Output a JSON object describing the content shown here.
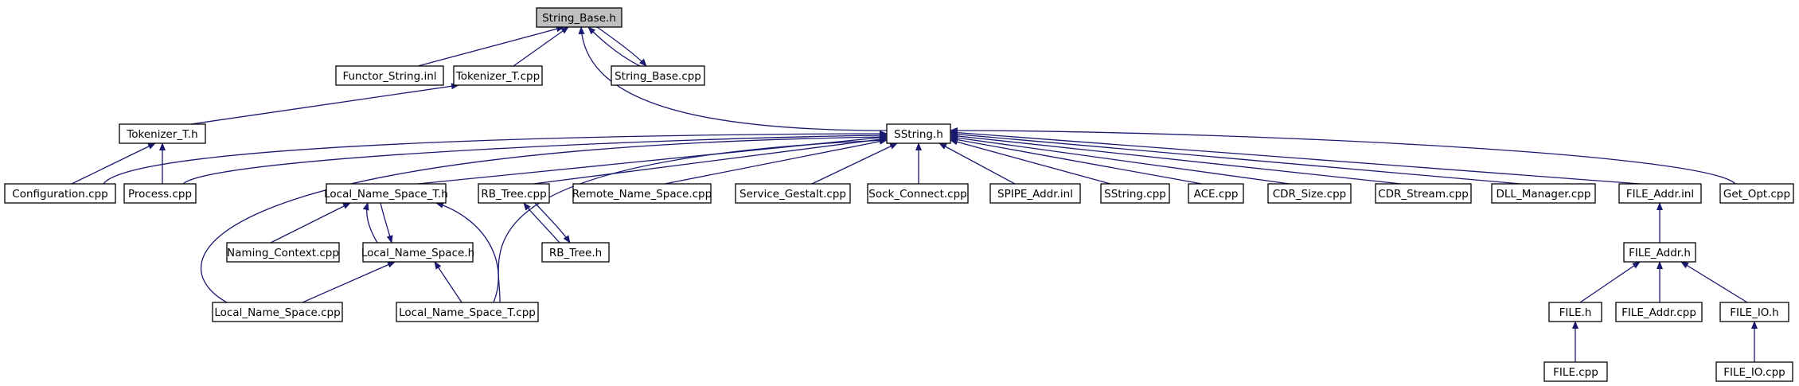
{
  "graph": {
    "root": "string_base_h",
    "nodes": [
      {
        "id": "string_base_h",
        "label": "String_Base.h",
        "root": true
      },
      {
        "id": "functor_string_inl",
        "label": "Functor_String.inl"
      },
      {
        "id": "tokenizer_t_cpp",
        "label": "Tokenizer_T.cpp"
      },
      {
        "id": "string_base_cpp",
        "label": "String_Base.cpp"
      },
      {
        "id": "tokenizer_t_h",
        "label": "Tokenizer_T.h"
      },
      {
        "id": "sstring_h",
        "label": "SString.h"
      },
      {
        "id": "configuration_cpp",
        "label": "Configuration.cpp"
      },
      {
        "id": "process_cpp",
        "label": "Process.cpp"
      },
      {
        "id": "local_name_space_t_h",
        "label": "Local_Name_Space_T.h"
      },
      {
        "id": "rb_tree_cpp",
        "label": "RB_Tree.cpp"
      },
      {
        "id": "remote_name_space_cpp",
        "label": "Remote_Name_Space.cpp"
      },
      {
        "id": "service_gestalt_cpp",
        "label": "Service_Gestalt.cpp"
      },
      {
        "id": "sock_connect_cpp",
        "label": "Sock_Connect.cpp"
      },
      {
        "id": "spipe_addr_inl",
        "label": "SPIPE_Addr.inl"
      },
      {
        "id": "sstring_cpp",
        "label": "SString.cpp"
      },
      {
        "id": "ace_cpp",
        "label": "ACE.cpp"
      },
      {
        "id": "cdr_size_cpp",
        "label": "CDR_Size.cpp"
      },
      {
        "id": "cdr_stream_cpp",
        "label": "CDR_Stream.cpp"
      },
      {
        "id": "dll_manager_cpp",
        "label": "DLL_Manager.cpp"
      },
      {
        "id": "file_addr_inl",
        "label": "FILE_Addr.inl"
      },
      {
        "id": "get_opt_cpp",
        "label": "Get_Opt.cpp"
      },
      {
        "id": "naming_context_cpp",
        "label": "Naming_Context.cpp"
      },
      {
        "id": "local_name_space_h",
        "label": "Local_Name_Space.h"
      },
      {
        "id": "rb_tree_h",
        "label": "RB_Tree.h"
      },
      {
        "id": "file_addr_h",
        "label": "FILE_Addr.h"
      },
      {
        "id": "local_name_space_cpp",
        "label": "Local_Name_Space.cpp"
      },
      {
        "id": "local_name_space_t_cpp",
        "label": "Local_Name_Space_T.cpp"
      },
      {
        "id": "file_h",
        "label": "FILE.h"
      },
      {
        "id": "file_addr_cpp",
        "label": "FILE_Addr.cpp"
      },
      {
        "id": "file_io_h",
        "label": "FILE_IO.h"
      },
      {
        "id": "file_cpp",
        "label": "FILE.cpp"
      },
      {
        "id": "file_io_cpp",
        "label": "FILE_IO.cpp"
      }
    ],
    "edges": [
      {
        "from": "functor_string_inl",
        "to": "string_base_h"
      },
      {
        "from": "tokenizer_t_cpp",
        "to": "string_base_h"
      },
      {
        "from": "string_base_cpp",
        "to": "string_base_h"
      },
      {
        "from": "string_base_h",
        "to": "string_base_cpp"
      },
      {
        "from": "sstring_h",
        "to": "string_base_h"
      },
      {
        "from": "tokenizer_t_h",
        "to": "tokenizer_t_cpp"
      },
      {
        "from": "configuration_cpp",
        "to": "tokenizer_t_h"
      },
      {
        "from": "process_cpp",
        "to": "tokenizer_t_h"
      },
      {
        "from": "configuration_cpp",
        "to": "sstring_h"
      },
      {
        "from": "process_cpp",
        "to": "sstring_h"
      },
      {
        "from": "local_name_space_t_h",
        "to": "sstring_h"
      },
      {
        "from": "rb_tree_cpp",
        "to": "sstring_h"
      },
      {
        "from": "remote_name_space_cpp",
        "to": "sstring_h"
      },
      {
        "from": "service_gestalt_cpp",
        "to": "sstring_h"
      },
      {
        "from": "sock_connect_cpp",
        "to": "sstring_h"
      },
      {
        "from": "spipe_addr_inl",
        "to": "sstring_h"
      },
      {
        "from": "sstring_cpp",
        "to": "sstring_h"
      },
      {
        "from": "ace_cpp",
        "to": "sstring_h"
      },
      {
        "from": "cdr_size_cpp",
        "to": "sstring_h"
      },
      {
        "from": "cdr_stream_cpp",
        "to": "sstring_h"
      },
      {
        "from": "dll_manager_cpp",
        "to": "sstring_h"
      },
      {
        "from": "file_addr_inl",
        "to": "sstring_h"
      },
      {
        "from": "get_opt_cpp",
        "to": "sstring_h"
      },
      {
        "from": "local_name_space_cpp",
        "to": "sstring_h"
      },
      {
        "from": "local_name_space_t_cpp",
        "to": "sstring_h"
      },
      {
        "from": "naming_context_cpp",
        "to": "local_name_space_t_h"
      },
      {
        "from": "local_name_space_h",
        "to": "local_name_space_t_h"
      },
      {
        "from": "local_name_space_t_h",
        "to": "local_name_space_h"
      },
      {
        "from": "local_name_space_t_cpp",
        "to": "local_name_space_t_h"
      },
      {
        "from": "local_name_space_cpp",
        "to": "local_name_space_h"
      },
      {
        "from": "local_name_space_t_cpp",
        "to": "local_name_space_h"
      },
      {
        "from": "rb_tree_h",
        "to": "rb_tree_cpp"
      },
      {
        "from": "rb_tree_cpp",
        "to": "rb_tree_h"
      },
      {
        "from": "file_addr_h",
        "to": "file_addr_inl"
      },
      {
        "from": "file_h",
        "to": "file_addr_h"
      },
      {
        "from": "file_addr_cpp",
        "to": "file_addr_h"
      },
      {
        "from": "file_io_h",
        "to": "file_addr_h"
      },
      {
        "from": "file_cpp",
        "to": "file_h"
      },
      {
        "from": "file_io_cpp",
        "to": "file_io_h"
      }
    ]
  }
}
